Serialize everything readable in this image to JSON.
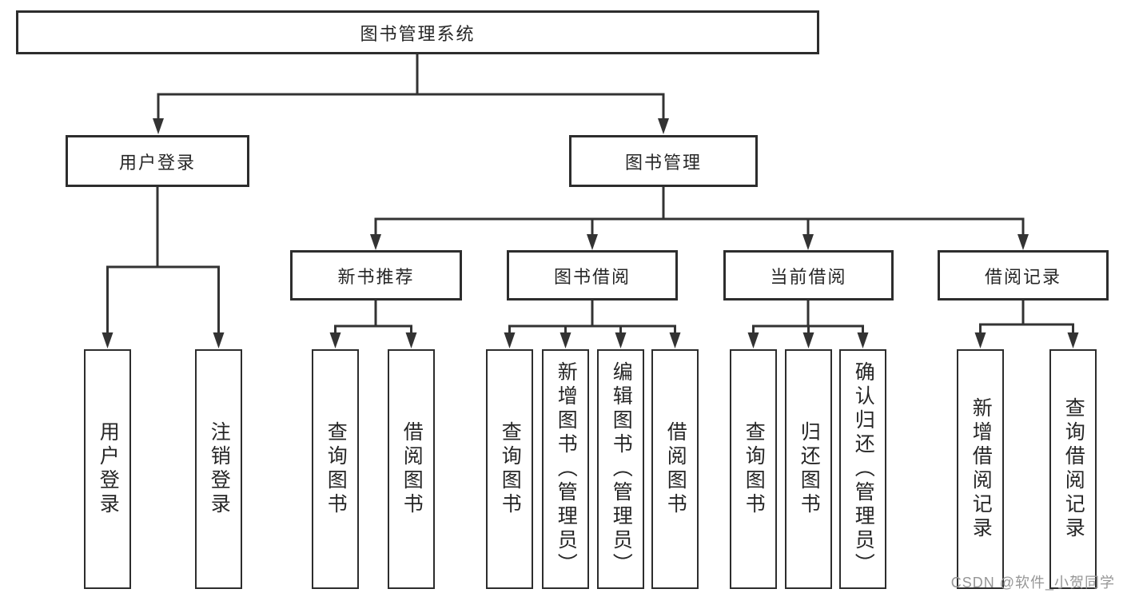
{
  "tree": {
    "label": "图书管理系统",
    "children": [
      {
        "label": "用户登录",
        "children": [
          {
            "label": "用户登录"
          },
          {
            "label": "注销登录"
          }
        ]
      },
      {
        "label": "图书管理",
        "children": [
          {
            "label": "新书推荐",
            "children": [
              {
                "label": "查询图书"
              },
              {
                "label": "借阅图书"
              }
            ]
          },
          {
            "label": "图书借阅",
            "children": [
              {
                "label": "查询图书"
              },
              {
                "label": "新增图书（管理员）"
              },
              {
                "label": "编辑图书（管理员）"
              },
              {
                "label": "借阅图书"
              }
            ]
          },
          {
            "label": "当前借阅",
            "children": [
              {
                "label": "查询图书"
              },
              {
                "label": "归还图书"
              },
              {
                "label": "确认归还（管理员）"
              }
            ]
          },
          {
            "label": "借阅记录",
            "children": [
              {
                "label": "新增借阅记录"
              },
              {
                "label": "查询借阅记录"
              }
            ]
          }
        ]
      }
    ]
  },
  "watermark": {
    "text": "CSDN @软件_小贺同学"
  },
  "colors": {
    "line": "#333333",
    "box_border": "#2d2d2d",
    "text": "#262626",
    "watermark": "#969696",
    "background": "#ffffff"
  }
}
